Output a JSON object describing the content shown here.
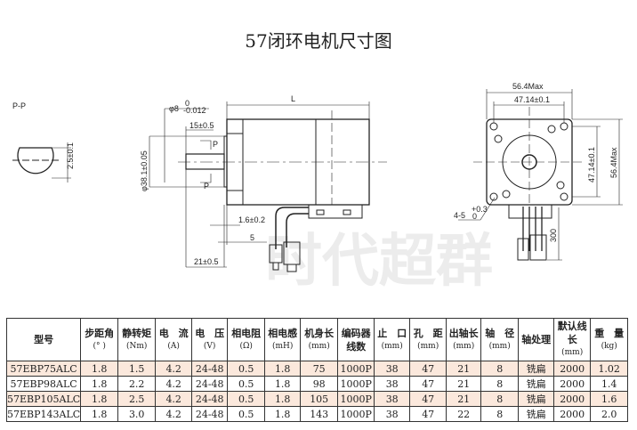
{
  "title": "57闭环电机尺寸图",
  "watermark": "时代超群",
  "drawing": {
    "section_label": "P-P",
    "flat_dim": "2.5±0.1",
    "shaft_dia": "φ8",
    "shaft_tol_upper": "0",
    "shaft_tol_lower": "-0.012",
    "flat_len": "15±0.5",
    "pilot_dia": "φ38.1±0.05",
    "body_len": "L",
    "pilot_depth": "1.6±0.2",
    "flange_thk": "5",
    "shaft_len": "21±0.5",
    "section_mark": "P",
    "overall_width": "56.4Max",
    "hole_spacing_h": "47.14±0.1",
    "hole_spacing_v": "47.14±0.1",
    "overall_height": "56.4Max",
    "holes": "4-5",
    "holes_tol_upper": "+0.3",
    "holes_tol_lower": "0",
    "cable_len": "300"
  },
  "table": {
    "headers": [
      {
        "l": "型号",
        "u": ""
      },
      {
        "l": "步距角",
        "u": "(° )"
      },
      {
        "l": "静转矩",
        "u": "(Nm)"
      },
      {
        "l": "电　流",
        "u": "(A)"
      },
      {
        "l": "电　压",
        "u": "(V)"
      },
      {
        "l": "相电阻",
        "u": "(Ω)"
      },
      {
        "l": "相电感",
        "u": "(mH)"
      },
      {
        "l": "机身长",
        "u": "(mm)"
      },
      {
        "l": "编码器线数",
        "u": ""
      },
      {
        "l": "止　口",
        "u": "(mm)"
      },
      {
        "l": "孔　距",
        "u": "(mm)"
      },
      {
        "l": "出轴长",
        "u": "(mm)"
      },
      {
        "l": "轴　径",
        "u": "(mm)"
      },
      {
        "l": "轴处理",
        "u": ""
      },
      {
        "l": "默认线长",
        "u": "(mm)"
      },
      {
        "l": "重　量",
        "u": "(kg)"
      }
    ],
    "rows": [
      [
        "57EBP75ALC",
        "1.8",
        "1.5",
        "4.2",
        "24-48",
        "0.5",
        "1.8",
        "75",
        "1000P",
        "38",
        "47",
        "21",
        "8",
        "铣扁",
        "2000",
        "1.02"
      ],
      [
        "57EBP98ALC",
        "1.8",
        "2.2",
        "4.2",
        "24-48",
        "0.5",
        "1.8",
        "98",
        "1000P",
        "38",
        "47",
        "21",
        "8",
        "铣扁",
        "2000",
        "1.4"
      ],
      [
        "57EBP105ALC",
        "1.8",
        "2.5",
        "4.2",
        "24-48",
        "0.5",
        "1.8",
        "105",
        "1000P",
        "38",
        "47",
        "21",
        "8",
        "铣扁",
        "2000",
        "1.6"
      ],
      [
        "57EBP143ALC",
        "1.8",
        "3.0",
        "4.2",
        "24-48",
        "0.5",
        "1.8",
        "143",
        "1000P",
        "38",
        "47",
        "22",
        "8",
        "铣扁",
        "2000",
        "2.0"
      ]
    ]
  }
}
